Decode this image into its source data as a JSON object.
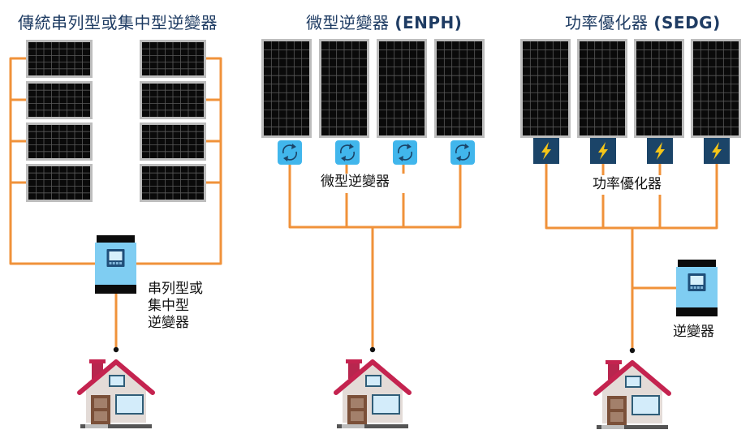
{
  "sections": [
    {
      "title": "傳統串列型或集中型逆變器",
      "title_suffix": "",
      "panel_count": 8,
      "device_label_lines": [
        "串列型或",
        "集中型",
        "逆變器"
      ]
    },
    {
      "title": "微型逆變器",
      "title_suffix": "(ENPH)",
      "panel_count": 4,
      "module_label": "微型逆變器",
      "module_icon": "refresh-cycle-icon"
    },
    {
      "title": "功率優化器",
      "title_suffix": "(SEDG)",
      "panel_count": 4,
      "module_label": "功率優化器",
      "module_icon": "lightning-bolt-icon",
      "device_label": "逆變器"
    }
  ],
  "colors": {
    "wire": "#f0923a",
    "title": "#1f3c63",
    "panel": "#0a0a0a",
    "panel_frame": "#bdbdbd",
    "micro_inverter": "#41b6ec",
    "optimizer": "#1b4468",
    "bolt": "#f5c518",
    "inverter_body": "#7fcdf2",
    "roof": "#c4234f",
    "house_wall": "#e3dbd7",
    "door": "#7b5039",
    "window": "#d3ecfa"
  }
}
